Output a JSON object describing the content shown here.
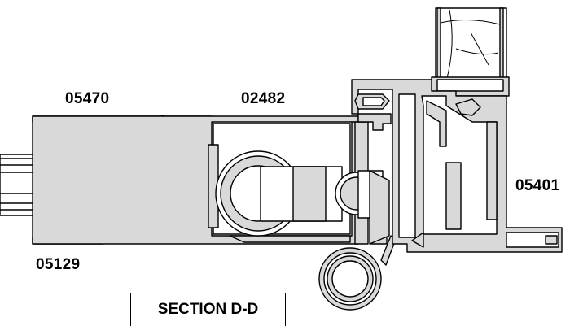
{
  "labels": {
    "part_05470": "05470",
    "part_02482": "02482",
    "part_05401": "05401",
    "part_05129": "05129"
  },
  "section_title": "SECTION D-D",
  "colors": {
    "profile_fill": "#d9d9d9",
    "stroke": "#000000",
    "background": "#ffffff"
  }
}
